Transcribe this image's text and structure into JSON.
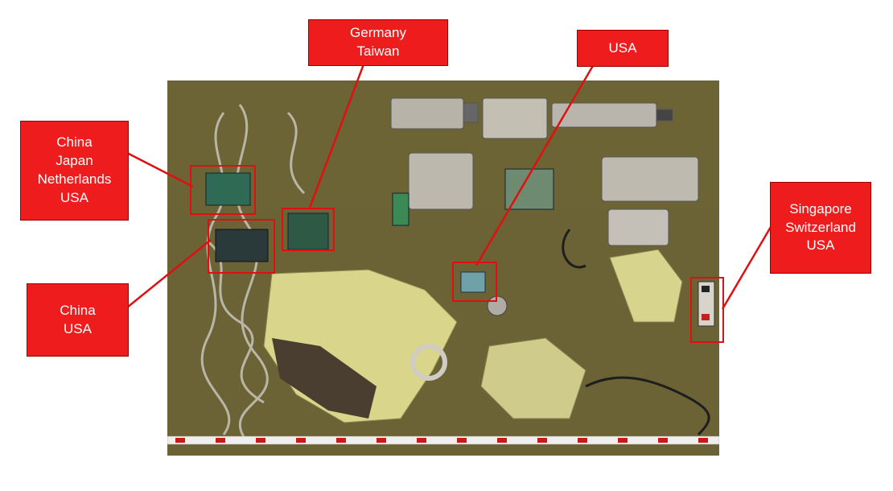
{
  "annotations": [
    {
      "id": "germany-taiwan",
      "lines": [
        "Germany",
        "Taiwan"
      ]
    },
    {
      "id": "usa-top",
      "lines": [
        "USA"
      ]
    },
    {
      "id": "china-japan-netherlands-usa",
      "lines": [
        "China",
        "Japan",
        "Netherlands",
        "USA"
      ]
    },
    {
      "id": "singapore-switzerland-usa",
      "lines": [
        "Singapore",
        "Switzerland",
        "USA"
      ]
    },
    {
      "id": "china-usa",
      "lines": [
        "China",
        "USA"
      ]
    }
  ],
  "colors": {
    "label_fill": "#ee1c1c",
    "highlight_stroke": "#e01010",
    "background_cloth": "#6a6134"
  }
}
